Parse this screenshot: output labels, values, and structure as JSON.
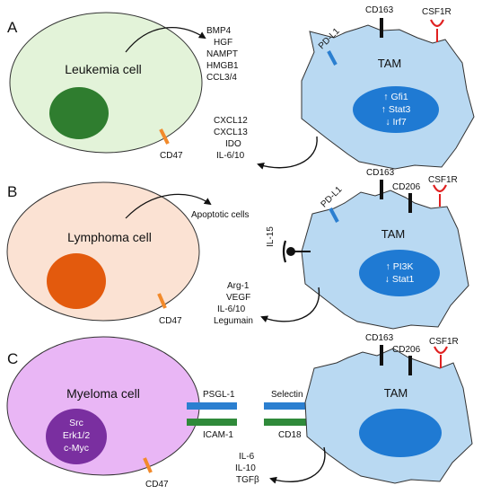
{
  "colors": {
    "leukemia_cell": "#e3f3d9",
    "leukemia_nucleus": "#2f7d2f",
    "lymphoma_cell": "#fbe2d3",
    "lymphoma_nucleus": "#e35a0d",
    "myeloma_cell": "#e9b6f5",
    "myeloma_nucleus": "#7a2fa0",
    "tam_body": "#b9d9f2",
    "tam_nucleus": "#1f7ad3",
    "cd47": "#f28a2b",
    "pd_l1": "#2b7fd0",
    "csf1r": "#e02020",
    "psgl_selectin": "#2b7fd0",
    "icam_cd18": "#2f8a3a",
    "receptor_black": "#111111"
  },
  "panels": [
    {
      "letter": "A",
      "tumor_cell": "Leukemia cell",
      "tumor_factors": [
        "BMP4",
        "HGF",
        "NAMPT",
        "HMGB1",
        "CCL3/4"
      ],
      "tam_factors": [
        "CXCL12",
        "CXCL13",
        "IDO",
        "IL-6/10"
      ],
      "tam_label": "TAM",
      "tam_nucleus": [
        "↑ Gfi1",
        "↑ Stat3",
        "↓ Irf7"
      ],
      "markers": {
        "cd47": "CD47",
        "pd_l1": "PD-L1",
        "cd163": "CD163",
        "csf1r": "CSF1R"
      }
    },
    {
      "letter": "B",
      "tumor_cell": "Lymphoma cell",
      "tumor_factors": [
        "Apoptotic cells"
      ],
      "tam_factors": [
        "Arg-1",
        "VEGF",
        "IL-6/10",
        "Legumain"
      ],
      "tam_label": "TAM",
      "tam_nucleus": [
        "↑ PI3K",
        "↓ Stat1"
      ],
      "markers": {
        "cd47": "CD47",
        "pd_l1": "PD-L1",
        "cd163": "CD163",
        "cd206": "CD206",
        "csf1r": "CSF1R",
        "il15": "IL-15"
      }
    },
    {
      "letter": "C",
      "tumor_cell": "Myeloma cell",
      "tumor_nucleus": [
        "Src",
        "Erk1/2",
        "c-Myc"
      ],
      "tam_factors": [
        "IL-6",
        "IL-10",
        "TGFβ"
      ],
      "tam_label": "TAM",
      "markers": {
        "cd47": "CD47",
        "cd163": "CD163",
        "cd206": "CD206",
        "csf1r": "CSF1R"
      },
      "adhesion": {
        "psgl1": "PSGL-1",
        "icam1": "ICAM-1",
        "selectin": "Selectin",
        "cd18": "CD18"
      }
    }
  ]
}
